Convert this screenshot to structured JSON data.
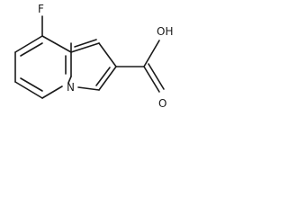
{
  "molecule": {
    "atoms": {
      "fluorine": "F",
      "ring_nitrogen": "N",
      "hydroxyl_oxygen": "OH",
      "carbonyl_oxygen": "O"
    }
  }
}
